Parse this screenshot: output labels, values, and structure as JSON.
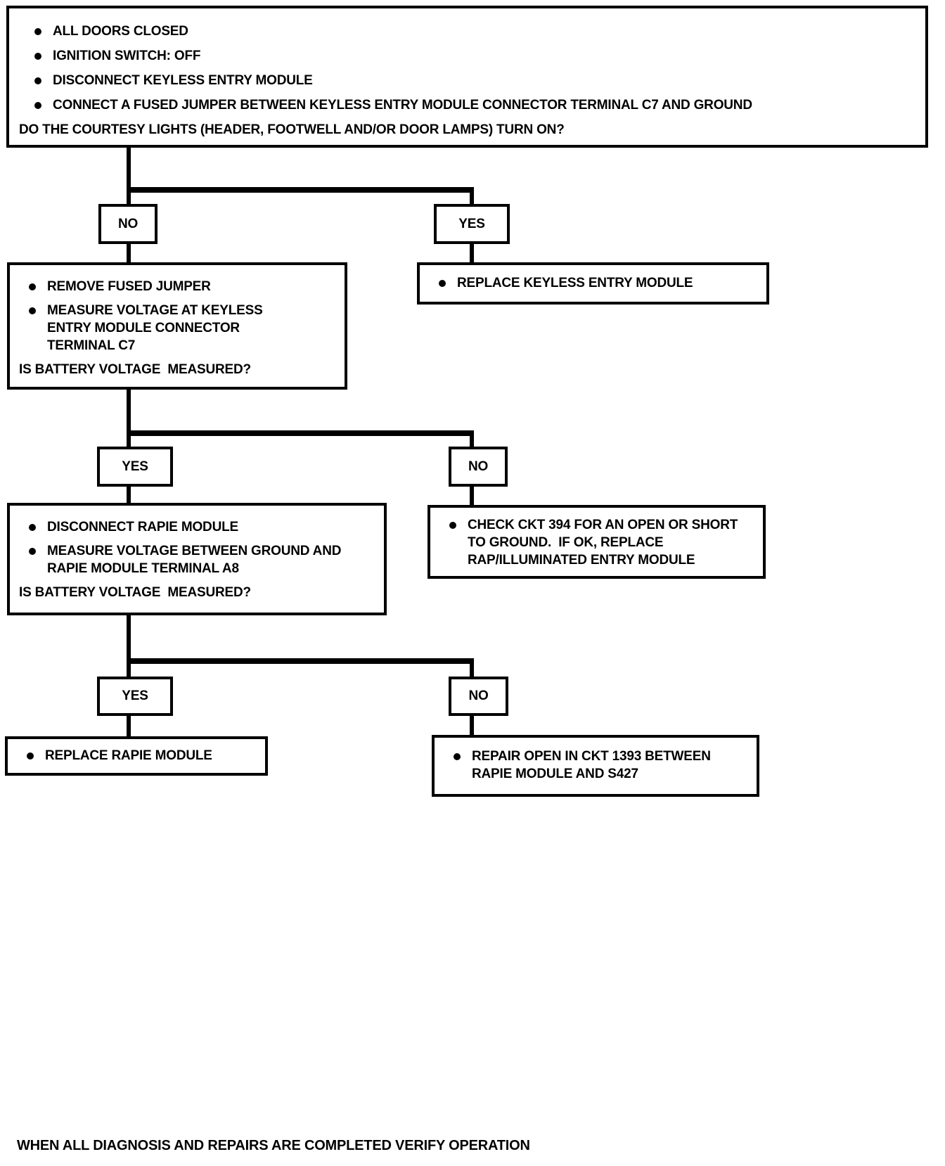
{
  "colors": {
    "ink": "#000000",
    "paper": "#ffffff"
  },
  "flowchart": {
    "start_box": {
      "bullets": [
        "ALL DOORS CLOSED",
        "IGNITION SWITCH: OFF",
        "DISCONNECT KEYLESS ENTRY MODULE",
        "CONNECT A FUSED JUMPER BETWEEN KEYLESS ENTRY MODULE CONNECTOR TERMINAL C7 AND GROUND"
      ],
      "question": "DO THE COURTESY LIGHTS (HEADER, FOOTWELL AND/OR DOOR LAMPS) TURN ON?"
    },
    "branch1": {
      "no_label": "NO",
      "yes_label": "YES",
      "no_box": {
        "bullets": [
          "REMOVE FUSED JUMPER",
          "MEASURE VOLTAGE AT KEYLESS ENTRY MODULE CONNECTOR TERMINAL C7"
        ],
        "question": "IS BATTERY VOLTAGE  MEASURED?"
      },
      "yes_box": {
        "bullets": [
          "REPLACE KEYLESS ENTRY MODULE"
        ]
      }
    },
    "branch2": {
      "yes_label": "YES",
      "no_label": "NO",
      "yes_box": {
        "bullets": [
          "DISCONNECT RAPIE MODULE",
          "MEASURE VOLTAGE BETWEEN GROUND AND RAPIE MODULE TERMINAL A8"
        ],
        "question": "IS BATTERY VOLTAGE  MEASURED?"
      },
      "no_box": {
        "bullets": [
          "CHECK CKT 394 FOR AN OPEN OR SHORT TO GROUND.  IF OK, REPLACE RAP/ILLUMINATED ENTRY MODULE"
        ]
      }
    },
    "branch3": {
      "yes_label": "YES",
      "no_label": "NO",
      "yes_box": {
        "bullets": [
          "REPLACE RAPIE MODULE"
        ]
      },
      "no_box": {
        "bullets": [
          "REPAIR OPEN IN CKT 1393 BETWEEN RAPIE MODULE AND S427"
        ]
      }
    }
  },
  "footer": "WHEN ALL DIAGNOSIS AND REPAIRS ARE COMPLETED VERIFY OPERATION"
}
